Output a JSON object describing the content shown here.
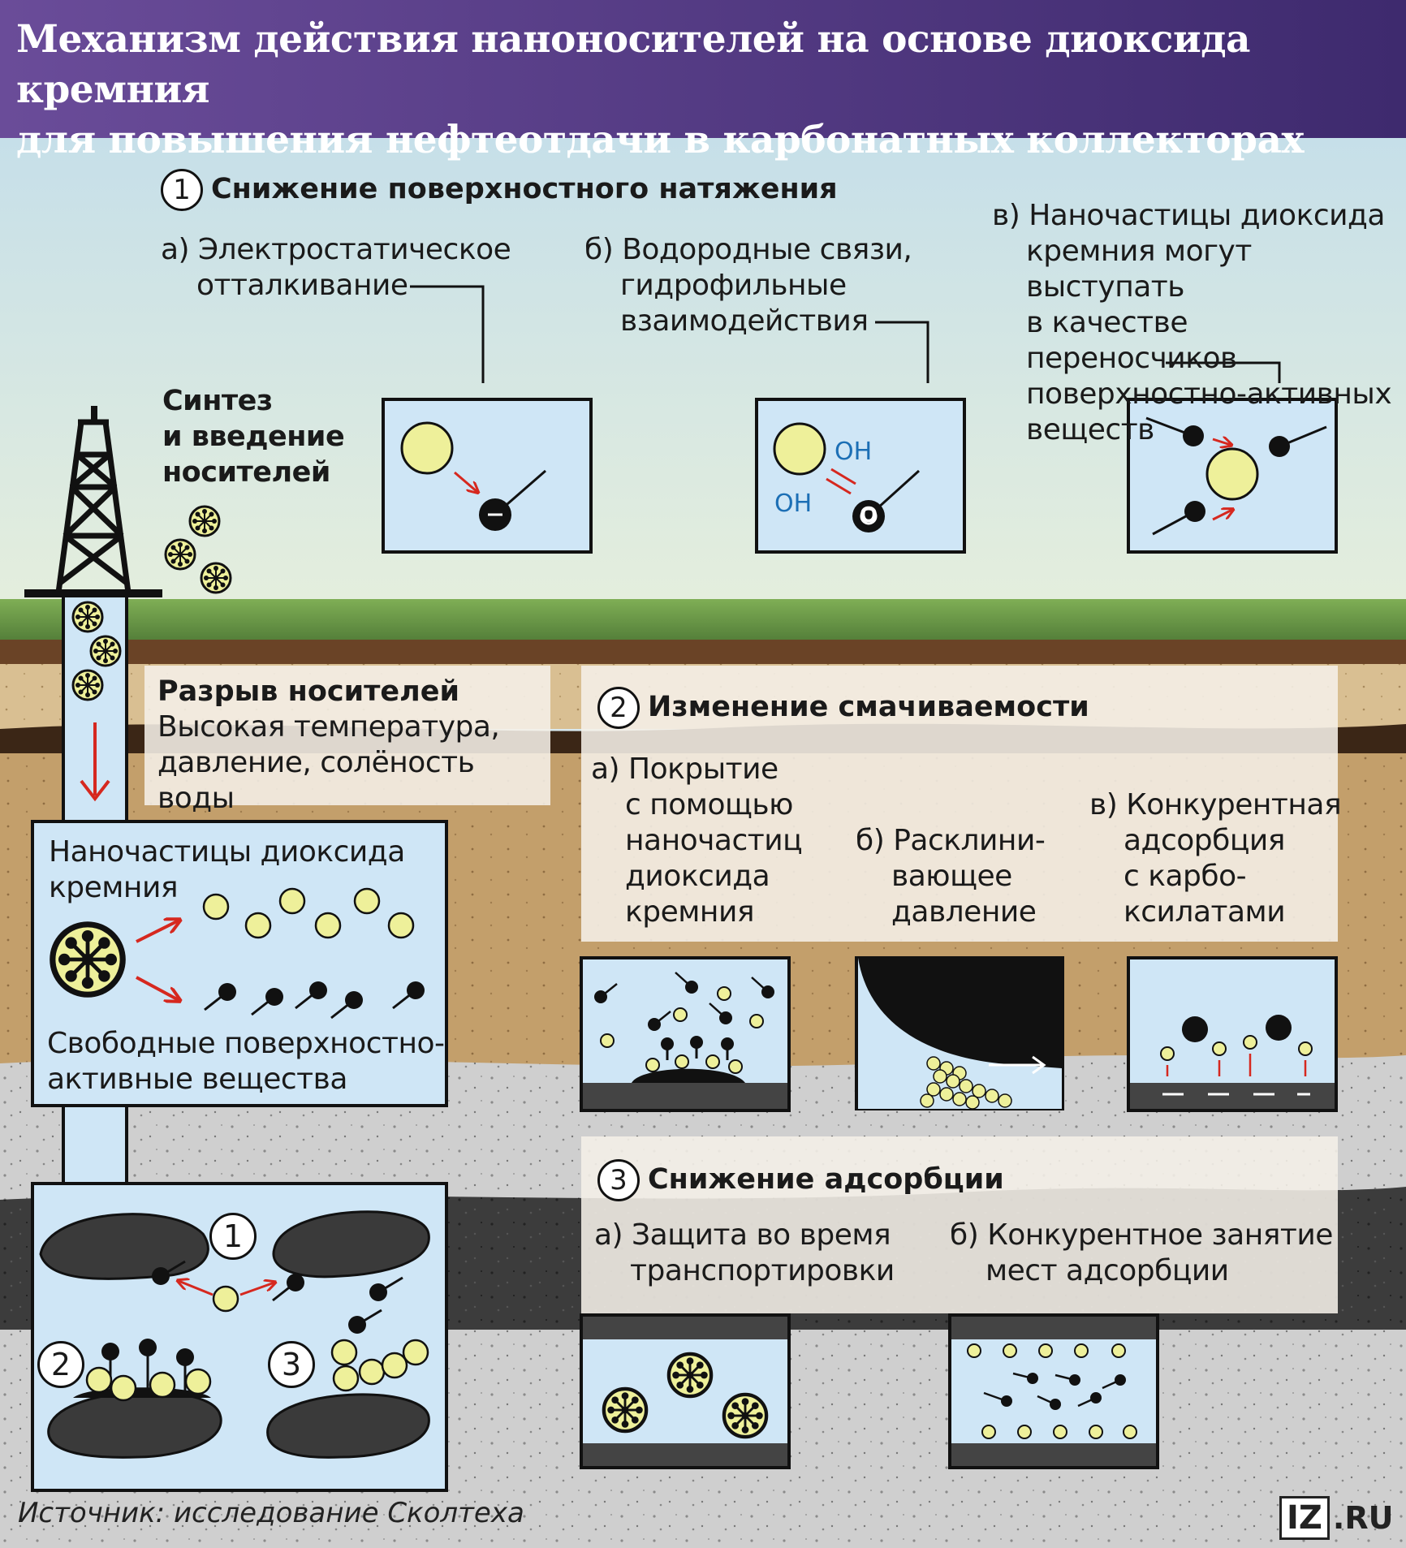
{
  "title": {
    "line1": "Механизм действия наноносителей на основе диоксида кремния",
    "line2": "для повышения нефтеотдачи в карбонатных коллекторах"
  },
  "synthesis": {
    "line1": "Синтез",
    "line2": "и введение",
    "line3": "носителей"
  },
  "section1": {
    "number": "1",
    "heading": "Снижение поверхностного натяжения",
    "a_line1": "а) Электростатическое",
    "a_line2": "отталкивание",
    "b_line1": "б) Водородные связи,",
    "b_line2": "гидрофильные",
    "b_line3": "взаимодействия",
    "c_line1": "в) Наночастицы диоксида",
    "c_line2": "кремния могут выступать",
    "c_line3": "в качестве переносчиков",
    "c_line4": "поверхностно-активных",
    "c_line5": "веществ",
    "oh1": "OH",
    "oh2": "OH",
    "o_label": "O"
  },
  "rupture": {
    "heading": "Разрыв носителей",
    "line1": "Высокая температура,",
    "line2": "давление, солёность воды"
  },
  "nanoparticles_box": {
    "top_line1": "Наночастицы диоксида",
    "top_line2": "кремния",
    "bottom_line1": "Свободные поверхностно-",
    "bottom_line2": "активные вещества"
  },
  "section2": {
    "number": "2",
    "heading": "Изменение смачиваемости",
    "a_line1": "а) Покрытие",
    "a_line2": "с помощью",
    "a_line3": "наночастиц",
    "a_line4": "диоксида",
    "a_line5": "кремния",
    "b_line1": "б) Расклини-",
    "b_line2": "вающее",
    "b_line3": "давление",
    "c_line1": "в) Конкурентная",
    "c_line2": "адсорбция",
    "c_line3": "с карбо-",
    "c_line4": "ксилатами"
  },
  "section3": {
    "number": "3",
    "heading": "Снижение адсорбции",
    "a_line1": "а) Защита во время",
    "a_line2": "транспортировки",
    "b_line1": "б) Конкурентное занятие",
    "b_line2": "мест адсорбции"
  },
  "reservoir_markers": [
    "1",
    "2",
    "3"
  ],
  "source": "Источник: исследование Сколтеха",
  "logo": {
    "left": "IZ",
    "right": ".RU"
  },
  "colors": {
    "title_bg": "#5b3d8a",
    "sky": "#d4e7ee",
    "grass": "#6f9a4a",
    "box_fill": "#cfe6f6",
    "particle": "#eef09a",
    "arrow": "#d6281f",
    "oh_text": "#1c6fb5"
  }
}
